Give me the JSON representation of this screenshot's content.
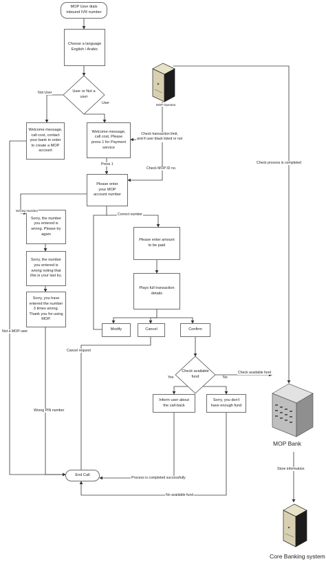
{
  "nodes": {
    "start": "MOP User dials\ninbound IVR number",
    "language": "Choose a language\nEnglish / Arabic",
    "user_check": "User or Not a\nuser",
    "welcome_not_user": "Welcome message,\ncall cost, contact\nyour bank in order\nto create a MOP\naccount",
    "welcome_user": "Welcome message,\ncall cost, Please\npress 1 for Payment\nservice",
    "enter_account": "Please enter\nyour MOP\naccount number",
    "wrong1": "Sorry, the number\nyou entered is\nwrong. Please try\nagain",
    "wrong2": "Sorry, the number\nyou entered is\nwrong noting that\nthis is your last try.",
    "wrong3": "Sorry, you have\nentered the number\n3 times wrong.\nThank you for using\nMOP.",
    "enter_amount": "Please enter amount\nto be paid",
    "plays_details": "Plays full transaction\ndetails",
    "modify": "Modify",
    "cancel": "Cancel",
    "confirm": "Confirm",
    "check_fund": "Check available\nfund",
    "inform_user": "Inform user about\nthe call-back",
    "not_enough": "Sorry, you don't\nhave enough fund",
    "end_call": "End Call"
  },
  "edge_labels": {
    "not_user": "Not User",
    "user": "User",
    "press1": "Press 1",
    "check_limit": "Check transaction limit,\nand if user black listed or not",
    "check_mop_id": "Check MOP ID no.",
    "check_complete": "Check process is completed",
    "correct_number": "Correct number",
    "wrong_number": "Wrong Number",
    "not_mop_user": "Not a MOP user",
    "cancel_request": "Cancel request",
    "wrong_pin": "Wrong PIN number",
    "yes": "Yes",
    "no": "No",
    "check_available_fund": "Check available fund",
    "process_completed": "Process is completed successfully",
    "no_fund": "No available fund",
    "store_info": "Store information"
  },
  "servers": {
    "mop_operator": "MOP Operator",
    "mop_bank": "MOP Bank",
    "core_banking": "Core Banking system"
  }
}
